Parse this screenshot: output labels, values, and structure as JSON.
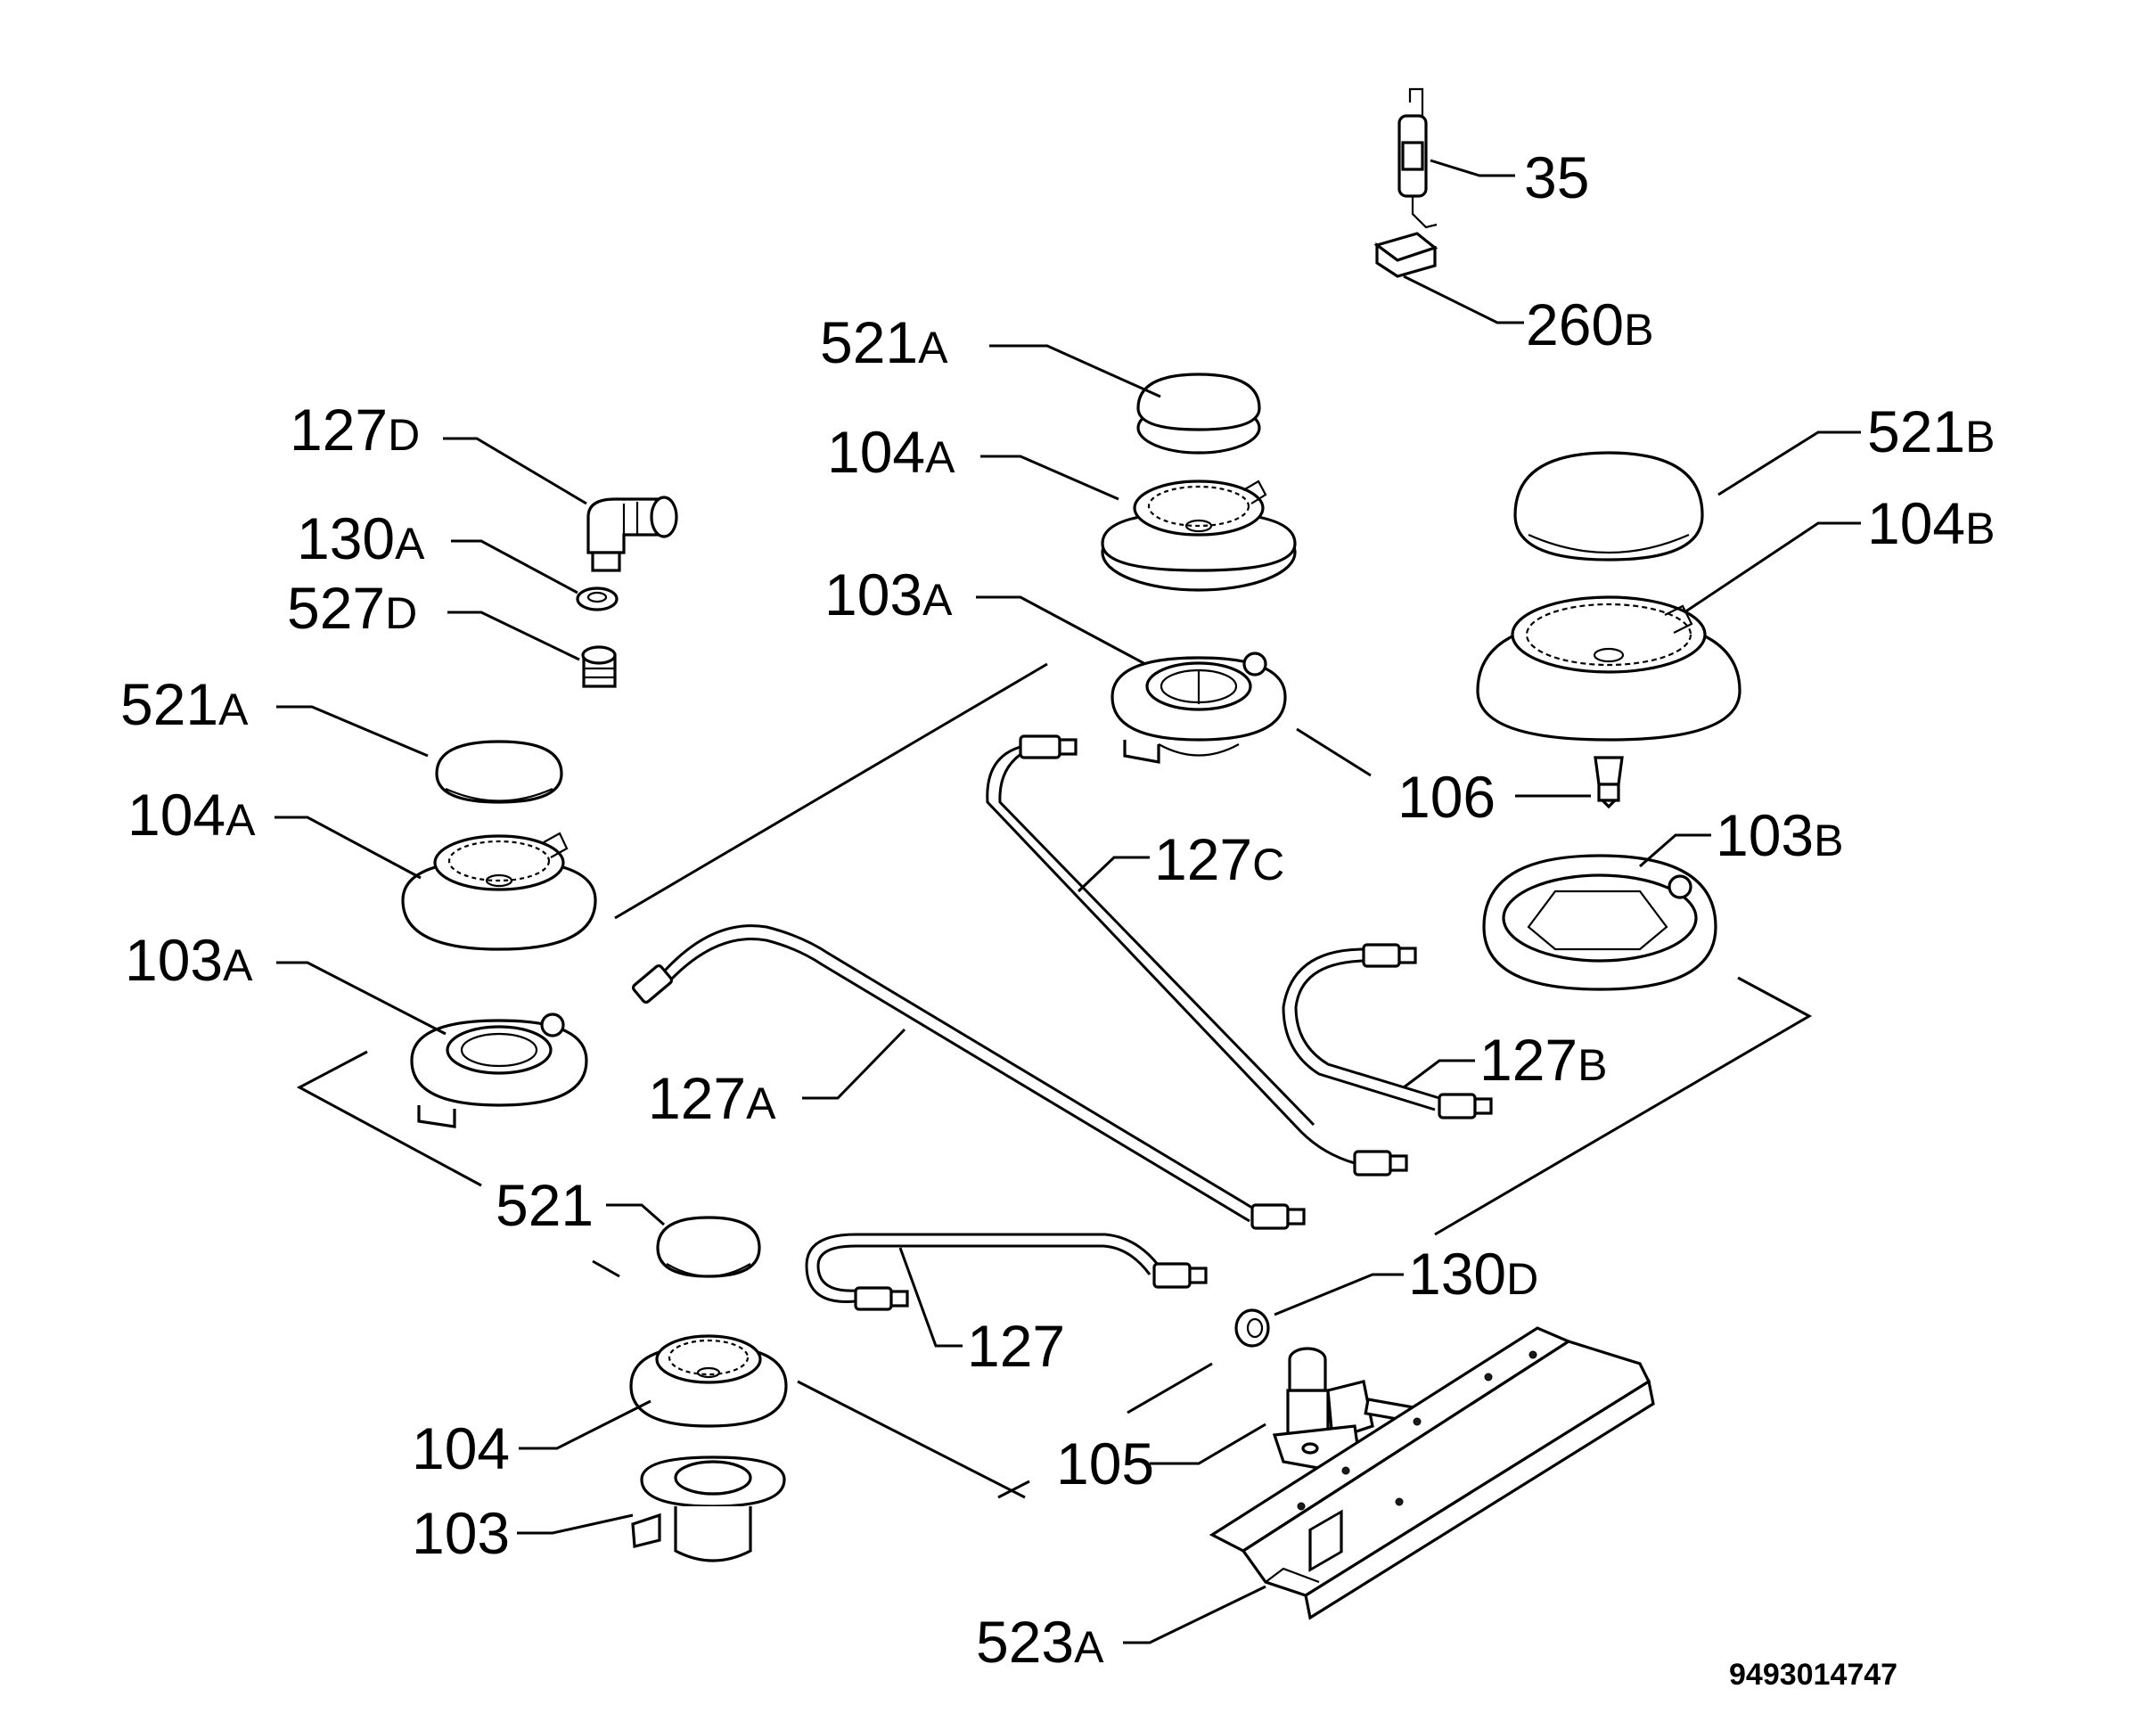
{
  "labels": {
    "l35": {
      "num": "35",
      "suf": ""
    },
    "l260b": {
      "num": "260",
      "suf": "B"
    },
    "l521a_c": {
      "num": "521",
      "suf": "A"
    },
    "l104a_c": {
      "num": "104",
      "suf": "A"
    },
    "l103a_c": {
      "num": "103",
      "suf": "A"
    },
    "l521b": {
      "num": "521",
      "suf": "B"
    },
    "l104b": {
      "num": "104",
      "suf": "B"
    },
    "l106": {
      "num": "106",
      "suf": ""
    },
    "l103b": {
      "num": "103",
      "suf": "B"
    },
    "l127d": {
      "num": "127",
      "suf": "D"
    },
    "l130a": {
      "num": "130",
      "suf": "A"
    },
    "l527d": {
      "num": "527",
      "suf": "D"
    },
    "l521a_l": {
      "num": "521",
      "suf": "A"
    },
    "l104a_l": {
      "num": "104",
      "suf": "A"
    },
    "l103a_l": {
      "num": "103",
      "suf": "A"
    },
    "l127c": {
      "num": "127",
      "suf": "C"
    },
    "l127b": {
      "num": "127",
      "suf": "B"
    },
    "l127a": {
      "num": "127",
      "suf": "A"
    },
    "l521": {
      "num": "521",
      "suf": ""
    },
    "l130d": {
      "num": "130",
      "suf": "D"
    },
    "l127": {
      "num": "127",
      "suf": ""
    },
    "l104": {
      "num": "104",
      "suf": ""
    },
    "l105": {
      "num": "105",
      "suf": ""
    },
    "l103": {
      "num": "103",
      "suf": ""
    },
    "l523a": {
      "num": "523",
      "suf": "A"
    }
  },
  "drawing_code": "9493014747",
  "colors": {
    "ink": "#000000",
    "paper": "#ffffff"
  }
}
